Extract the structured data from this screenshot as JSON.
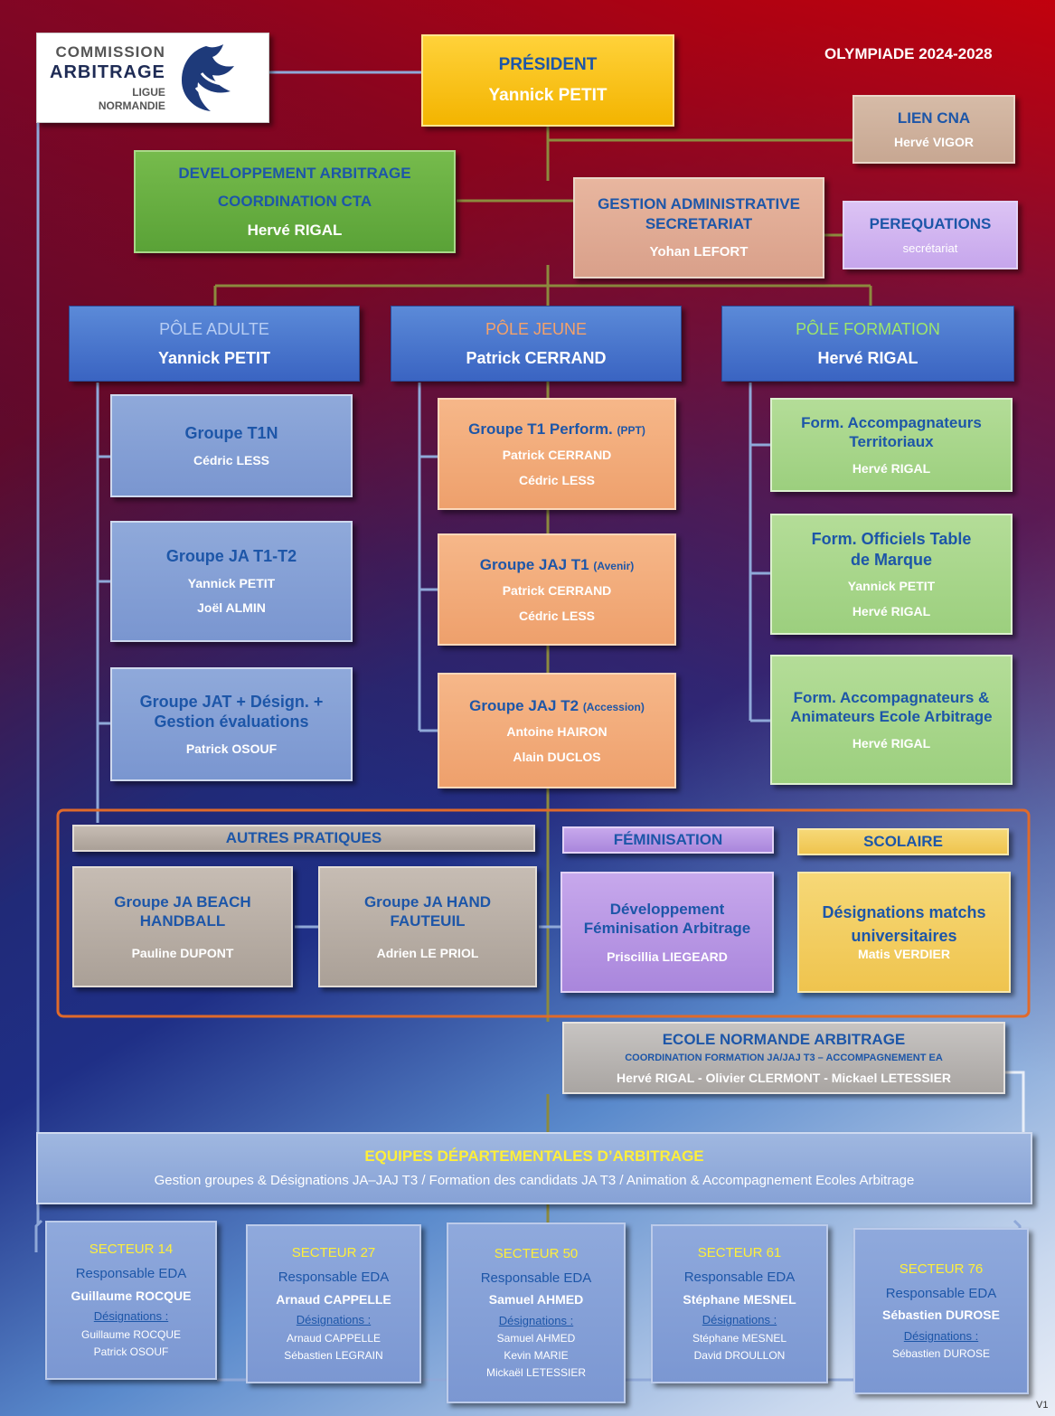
{
  "olympiade": "OLYMPIADE 2024-2028",
  "logo": {
    "line1": "COMMISSION",
    "line2": "ARBITRAGE",
    "line3": "LIGUE",
    "line4": "NORMANDIE"
  },
  "president": {
    "title": "PRÉSIDENT",
    "name": "Yannick PETIT"
  },
  "lien_cna": {
    "title": "LIEN CNA",
    "name": "Hervé VIGOR"
  },
  "developpement": {
    "line1": "DEVELOPPEMENT ARBITRAGE",
    "line2": "COORDINATION CTA",
    "name": "Hervé RIGAL"
  },
  "gestion": {
    "line1": "GESTION ADMINISTRATIVE",
    "line2": "SECRETARIAT",
    "name": "Yohan LEFORT"
  },
  "perequations": {
    "title": "PEREQUATIONS",
    "sub": "secrétariat"
  },
  "poles": {
    "adulte": {
      "title": "PÔLE ADULTE",
      "name": "Yannick PETIT"
    },
    "jeune": {
      "title": "PÔLE JEUNE",
      "name": "Patrick CERRAND"
    },
    "formation": {
      "title": "PÔLE FORMATION",
      "name": "Hervé RIGAL"
    }
  },
  "adulte_groups": [
    {
      "title": "Groupe T1N",
      "names": [
        "Cédric LESS"
      ]
    },
    {
      "title": "Groupe JA T1-T2",
      "names": [
        "Yannick PETIT",
        "Joël ALMIN"
      ]
    },
    {
      "title": "Groupe JAT + Désign. + Gestion évaluations",
      "names": [
        "Patrick OSOUF"
      ]
    }
  ],
  "jeune_groups": [
    {
      "title": "Groupe T1 Perform.",
      "tag": "(PPT)",
      "names": [
        "Patrick CERRAND",
        "Cédric LESS"
      ]
    },
    {
      "title": "Groupe  JAJ T1",
      "tag": "(Avenir)",
      "names": [
        "Patrick CERRAND",
        "Cédric LESS"
      ]
    },
    {
      "title": "Groupe JAJ T2",
      "tag": "(Accession)",
      "names": [
        "Antoine HAIRON",
        "Alain DUCLOS"
      ]
    }
  ],
  "formation_groups": [
    {
      "title": "Form. Accompagnateurs Territoriaux",
      "names": [
        "Hervé RIGAL"
      ]
    },
    {
      "title": "Form. Officiels Table de Marque",
      "names": [
        "Yannick  PETIT",
        "Hervé RIGAL"
      ]
    },
    {
      "title": "Form. Accompagnateurs & Animateurs Ecole Arbitrage",
      "names": [
        "Hervé RIGAL"
      ]
    }
  ],
  "autres_pratiques": {
    "title": "AUTRES PRATIQUES",
    "groups": [
      {
        "title": "Groupe JA BEACH HANDBALL",
        "name": "Pauline DUPONT"
      },
      {
        "title": "Groupe JA HAND FAUTEUIL",
        "name": "Adrien LE PRIOL"
      }
    ]
  },
  "feminisation": {
    "title": "FÉMINISATION",
    "line1": "Développement",
    "line2": "Féminisation Arbitrage",
    "name": "Priscillia LIEGEARD"
  },
  "scolaire": {
    "title": "SCOLAIRE",
    "line1": "Désignations matchs",
    "line2": "universitaires",
    "name": "Matis VERDIER"
  },
  "ecole": {
    "title": "ECOLE NORMANDE ARBITRAGE",
    "sub": "COORDINATION FORMATION JA/JAJ T3 – ACCOMPAGNEMENT EA",
    "names": "Hervé RIGAL - Olivier CLERMONT - Mickael LETESSIER"
  },
  "equipes": {
    "title": "EQUIPES DÉPARTEMENTALES  D’ARBITRAGE",
    "sub": "Gestion groupes & Désignations JA–JAJ T3 / Formation des candidats JA T3 / Animation & Accompagnement Ecoles Arbitrage"
  },
  "secteurs": [
    {
      "title": "SECTEUR  14",
      "role": "Responsable EDA",
      "resp": "Guillaume ROCQUE",
      "desig_label": "Désignations :",
      "desig": [
        "Guillaume ROCQUE",
        "Patrick OSOUF"
      ]
    },
    {
      "title": "SECTEUR  27",
      "role": "Responsable EDA",
      "resp": "Arnaud CAPPELLE",
      "desig_label": "Désignations :",
      "desig": [
        "Arnaud CAPPELLE",
        "Sébastien LEGRAIN"
      ]
    },
    {
      "title": "SECTEUR  50",
      "role": "Responsable EDA",
      "resp": "Samuel AHMED",
      "desig_label": "Désignations :",
      "desig": [
        "Samuel AHMED",
        "Kevin MARIE",
        "Mickaël LETESSIER"
      ]
    },
    {
      "title": "SECTEUR  61",
      "role": "Responsable EDA",
      "resp": "Stéphane  MESNEL",
      "desig_label": "Désignations :",
      "desig": [
        "Stéphane MESNEL",
        "David DROULLON"
      ]
    },
    {
      "title": "SECTEUR  76",
      "role": "Responsable EDA",
      "resp": "Sébastien DUROSE",
      "desig_label": "Désignations :",
      "desig": [
        "Sébastien DUROSE"
      ]
    }
  ],
  "version": "V1",
  "colors": {
    "connector": "#8c8a3e",
    "frame": "#e06a2a",
    "secteur_title": "#ffef3a"
  }
}
